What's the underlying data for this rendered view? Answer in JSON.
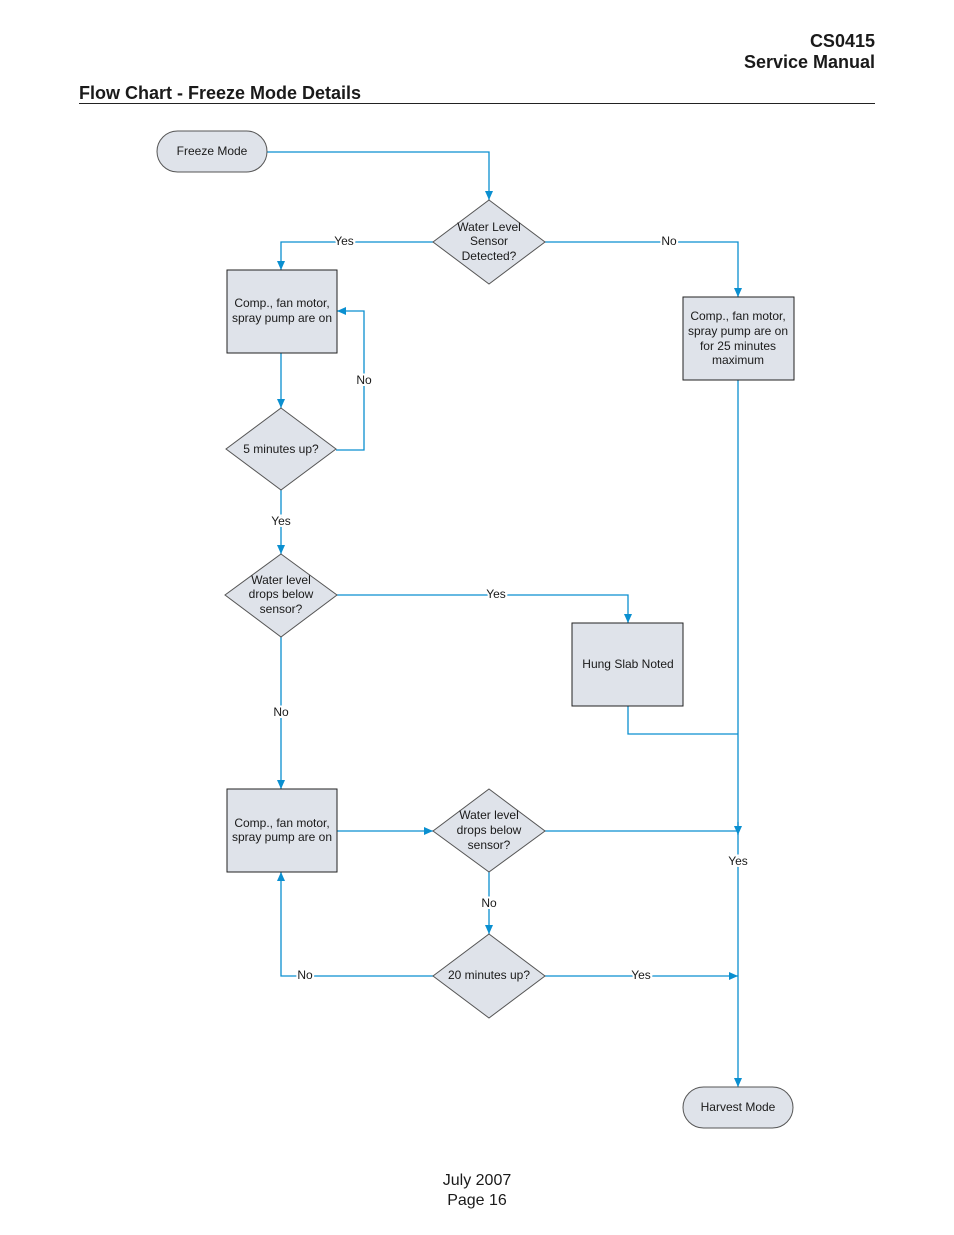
{
  "header": {
    "doc_id": "CS0415",
    "doc_type": "Service Manual",
    "section_title": "Flow Chart - Freeze Mode Details"
  },
  "footer": {
    "date": "July 2007",
    "page": "Page 16"
  },
  "colors": {
    "connector": "#0a8fd0",
    "shape_fill": "#dfe3ea"
  },
  "nodes": {
    "start": "Freeze Mode",
    "d1": [
      "Water Level",
      "Sensor",
      "Detected?"
    ],
    "p1": [
      "Comp., fan motor,",
      "spray pump are on"
    ],
    "p2": [
      "Comp., fan motor,",
      "spray pump are on",
      "for 25 minutes",
      "maximum"
    ],
    "d2": "5 minutes up?",
    "d3": [
      "Water level",
      "drops below",
      "sensor?"
    ],
    "hung": "Hung Slab Noted",
    "p3": [
      "Comp., fan motor,",
      "spray pump are on"
    ],
    "d4": [
      "Water level",
      "drops below",
      "sensor?"
    ],
    "d5": "20 minutes up?",
    "end": "Harvest Mode"
  },
  "edge_labels": {
    "d1_yes": "Yes",
    "d1_no": "No",
    "d2_no": "No",
    "d2_yes": "Yes",
    "d3_yes": "Yes",
    "d3_no": "No",
    "d4_yes": "Yes",
    "d4_no": "No",
    "d5_no": "No",
    "d5_yes": "Yes"
  }
}
